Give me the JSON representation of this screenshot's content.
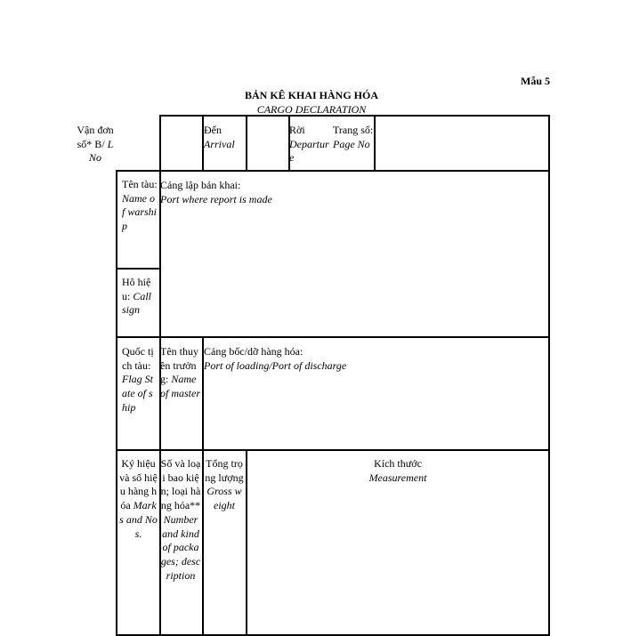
{
  "form_code": "Mẫu 5",
  "title_vi": "BẢN KÊ KHAI HÀNG HÓA",
  "title_en": "CARGO DECLARATION",
  "header": {
    "arrival_vi": "Đến",
    "arrival_en": "Arrival",
    "departure_vi": "Rời",
    "departure_en": "Departure",
    "page_vi": "Trang số:",
    "page_en": "Page No"
  },
  "left": {
    "bl_vi": "Vận đơn số* B/",
    "bl_en": "L No"
  },
  "ship": {
    "name_vi": "Tên tàu:",
    "name_en": "Name of warship",
    "port_report_vi": "Cảng lập bản khai:",
    "port_report_en": "Port where report is made",
    "callsign_vi": "Hô hiệu:",
    "callsign_en": "Call sign",
    "flag_vi": "Quốc tịch tàu:",
    "flag_en": "Flag State of ship",
    "master_vi": "Tên thuyền trưởng:",
    "master_en": "Name of master",
    "port_load_vi": "Cảng bốc/dỡ hàng hóa:",
    "port_load_en": "Port of loading/Port of discharge"
  },
  "columns": {
    "marks_vi": "Ký hiệu và số hiệu hàng hóa",
    "marks_en": "Marks and Nos.",
    "packages_vi": "Số và loại bao kiện; loại hàng hóa**",
    "packages_en": "Number and kind of packages; description",
    "weight_vi": "Tổng trọng lượng",
    "weight_en": "Gross weight",
    "measure_vi": "Kích thước",
    "measure_en": "Measurement"
  }
}
